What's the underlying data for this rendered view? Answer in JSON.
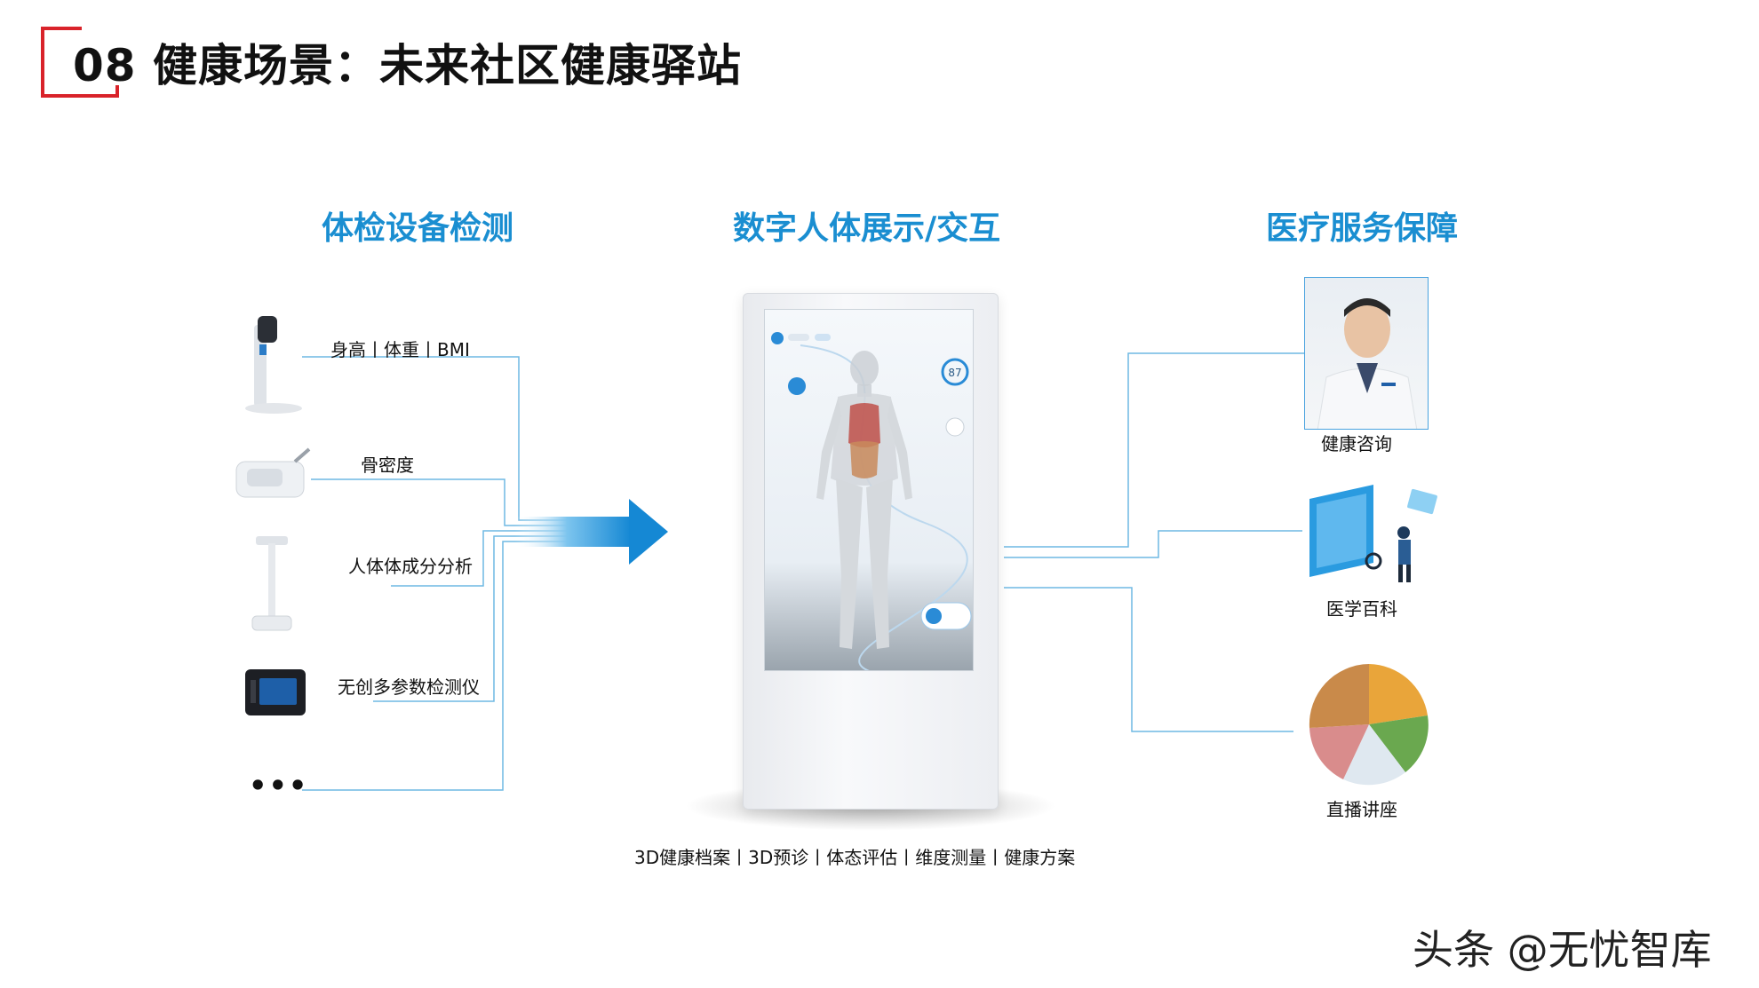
{
  "page": {
    "title": "08 健康场景：未来社区健康驿站",
    "watermark": "头条 @无忧智库",
    "colors": {
      "accent_red": "#d9232a",
      "heading_blue": "#1a8ed1",
      "line_blue": "#6fb9e3"
    }
  },
  "sections": {
    "left_heading": "体检设备检测",
    "center_heading": "数字人体展示/交互",
    "right_heading": "医疗服务保障"
  },
  "devices": [
    {
      "label": "身高丨体重丨BMI",
      "icon": "height-scale-icon"
    },
    {
      "label": "骨密度",
      "icon": "bone-density-device-icon"
    },
    {
      "label": "人体体成分分析",
      "icon": "body-composition-analyzer-icon"
    },
    {
      "label": "无创多参数检测仪",
      "icon": "multi-parameter-monitor-icon"
    },
    {
      "label": "•••",
      "icon": "more-dots-icon"
    }
  ],
  "kiosk": {
    "score": "87",
    "caption": "3D健康档案丨3D预诊丨体态评估丨维度测量丨健康方案"
  },
  "services": [
    {
      "label": "健康咨询",
      "icon": "doctor-photo-icon"
    },
    {
      "label": "医学百科",
      "icon": "medical-encyclopedia-icon"
    },
    {
      "label": "直播讲座",
      "icon": "nutrition-plate-icon"
    }
  ]
}
